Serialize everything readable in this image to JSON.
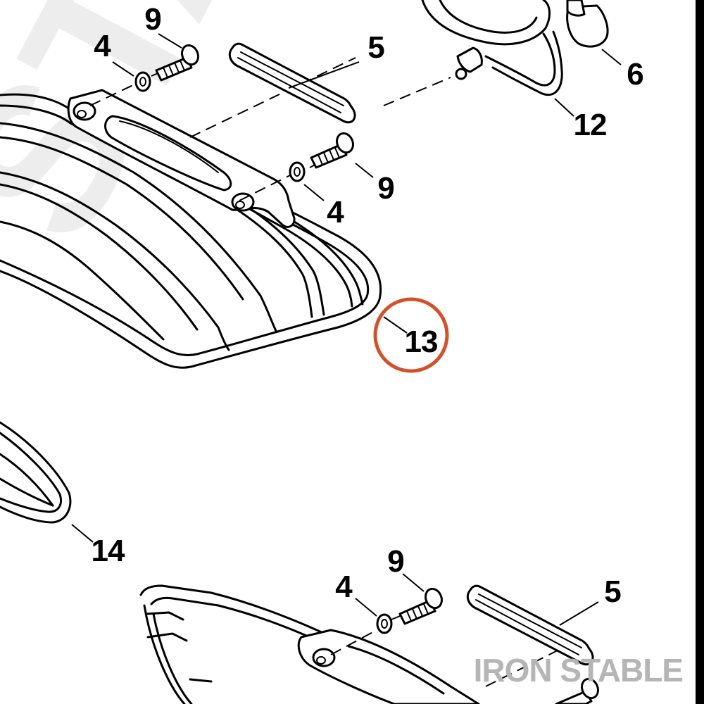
{
  "callouts": {
    "c9_top": "9",
    "c4_top": "4",
    "c5_top": "5",
    "c6": "6",
    "c12": "12",
    "c9_mid": "9",
    "c4_mid": "4",
    "c13": "13",
    "c14": "14",
    "c9_bot": "9",
    "c4_bot": "4",
    "c5_bot": "5"
  },
  "highlight_color": "#d4502a",
  "watermark": "IRON STABLE",
  "background_watermark": "STABLE"
}
